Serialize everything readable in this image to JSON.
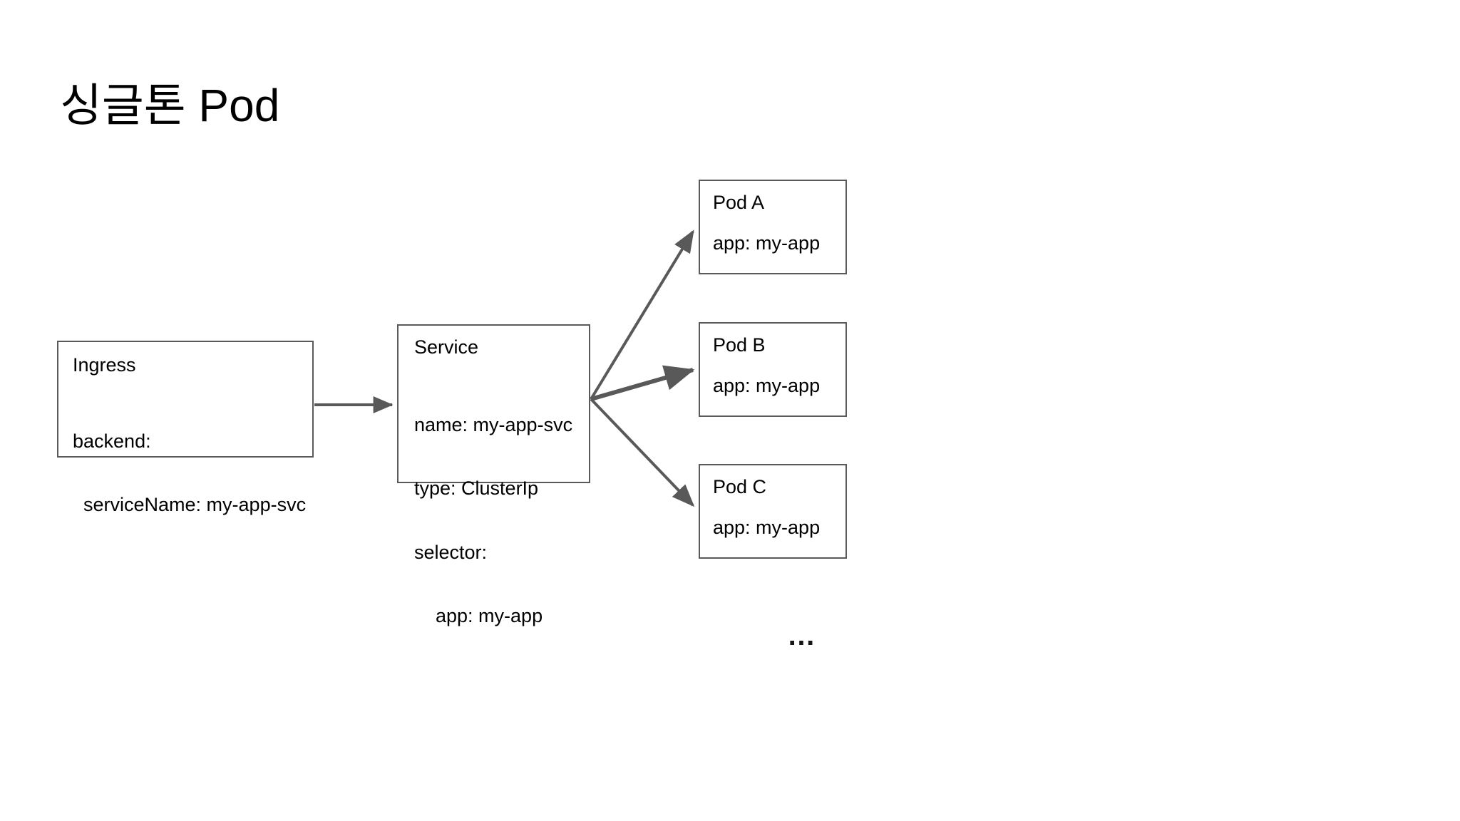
{
  "slide": {
    "title": "싱글톤 Pod",
    "background_color": "#ffffff",
    "text_color": "#000000",
    "box_border_color": "#5a5a5a",
    "arrow_color": "#595959"
  },
  "diagram": {
    "ingress": {
      "title": "Ingress",
      "lines": [
        "backend:",
        "  serviceName: my-app-svc"
      ]
    },
    "service": {
      "title": "Service",
      "lines": [
        "name: my-app-svc",
        "type: ClusterIp",
        "selector:",
        "    app: my-app"
      ]
    },
    "pods": [
      {
        "title": "Pod A",
        "label": "app: my-app"
      },
      {
        "title": "Pod B",
        "label": "app: my-app"
      },
      {
        "title": "Pod C",
        "label": "app: my-app"
      }
    ],
    "more_indicator": "…",
    "connections": [
      {
        "from": "Ingress",
        "to": "Service"
      },
      {
        "from": "Service",
        "to": "Pod A"
      },
      {
        "from": "Service",
        "to": "Pod B"
      },
      {
        "from": "Service",
        "to": "Pod C"
      }
    ]
  }
}
